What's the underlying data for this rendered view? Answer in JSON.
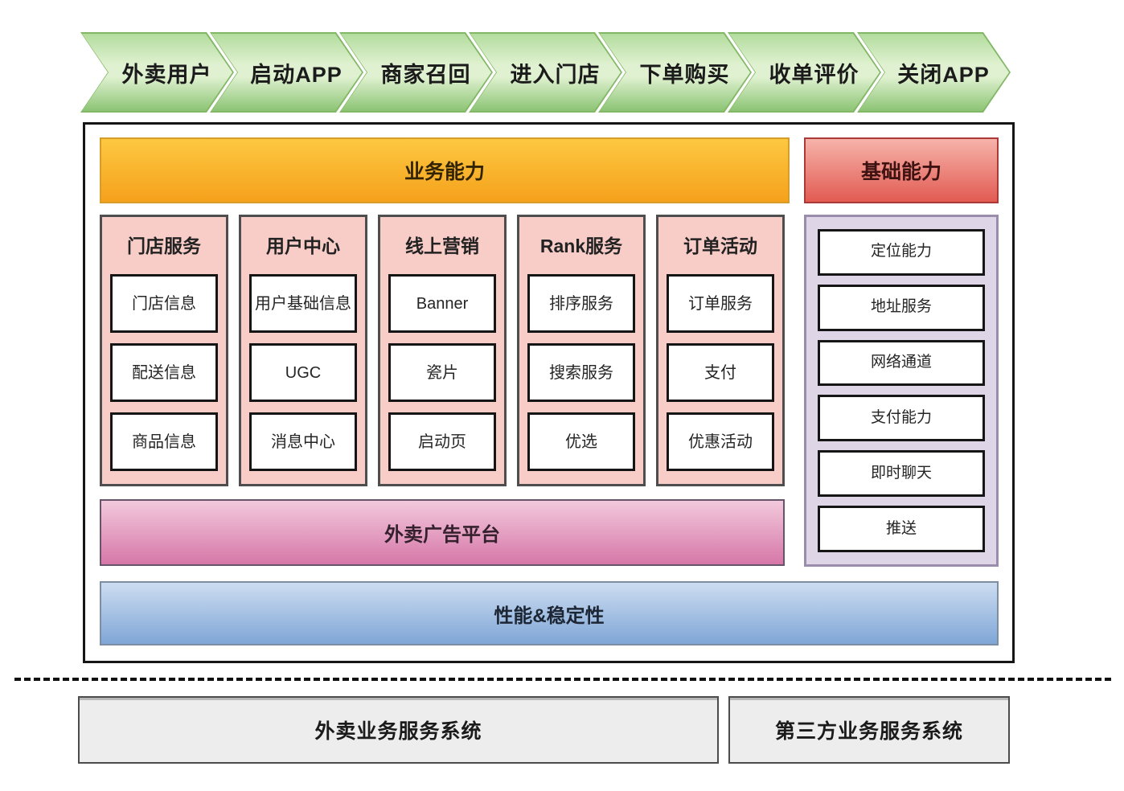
{
  "flow": {
    "steps": [
      "外卖用户",
      "启动APP",
      "商家召回",
      "进入门店",
      "下单购买",
      "收单评价",
      "关闭APP"
    ]
  },
  "platform": {
    "business_header": "业务能力",
    "base_header": "基础能力",
    "columns": [
      {
        "title": "门店服务",
        "items": [
          "门店信息",
          "配送信息",
          "商品信息"
        ]
      },
      {
        "title": "用户中心",
        "items": [
          "用户基础信息",
          "UGC",
          "消息中心"
        ]
      },
      {
        "title": "线上营销",
        "items": [
          "Banner",
          "瓷片",
          "启动页"
        ]
      },
      {
        "title": "Rank服务",
        "items": [
          "排序服务",
          "搜索服务",
          "优选"
        ]
      },
      {
        "title": "订单活动",
        "items": [
          "订单服务",
          "支付",
          "优惠活动"
        ]
      }
    ],
    "base_items": [
      "定位能力",
      "地址服务",
      "网络通道",
      "支付能力",
      "即时聊天",
      "推送"
    ],
    "ad_platform": "外卖广告平台",
    "performance": "性能&稳定性"
  },
  "backend": {
    "systems": [
      "外卖业务服务系统",
      "第三方业务服务系统"
    ]
  },
  "colors": {
    "flow_green": "#b3dc9e",
    "flow_green_light": "#dff1d0",
    "flow_green_dark": "#8cc474",
    "flow_border_green": "#82b766",
    "business_orange_top": "#fdc840",
    "business_orange_bottom": "#f5a11c",
    "base_red_top": "#f6b3aa",
    "base_red_bottom": "#e25b52",
    "column_pink": "#f8cdc8",
    "base_panel_purple": "#ded5e6",
    "ad_pink_top": "#f2c9dc",
    "ad_pink_bottom": "#d677a8",
    "performance_blue_top": "#cdddf1",
    "performance_blue_bottom": "#7fa6d6",
    "system_gray": "#ededed"
  }
}
